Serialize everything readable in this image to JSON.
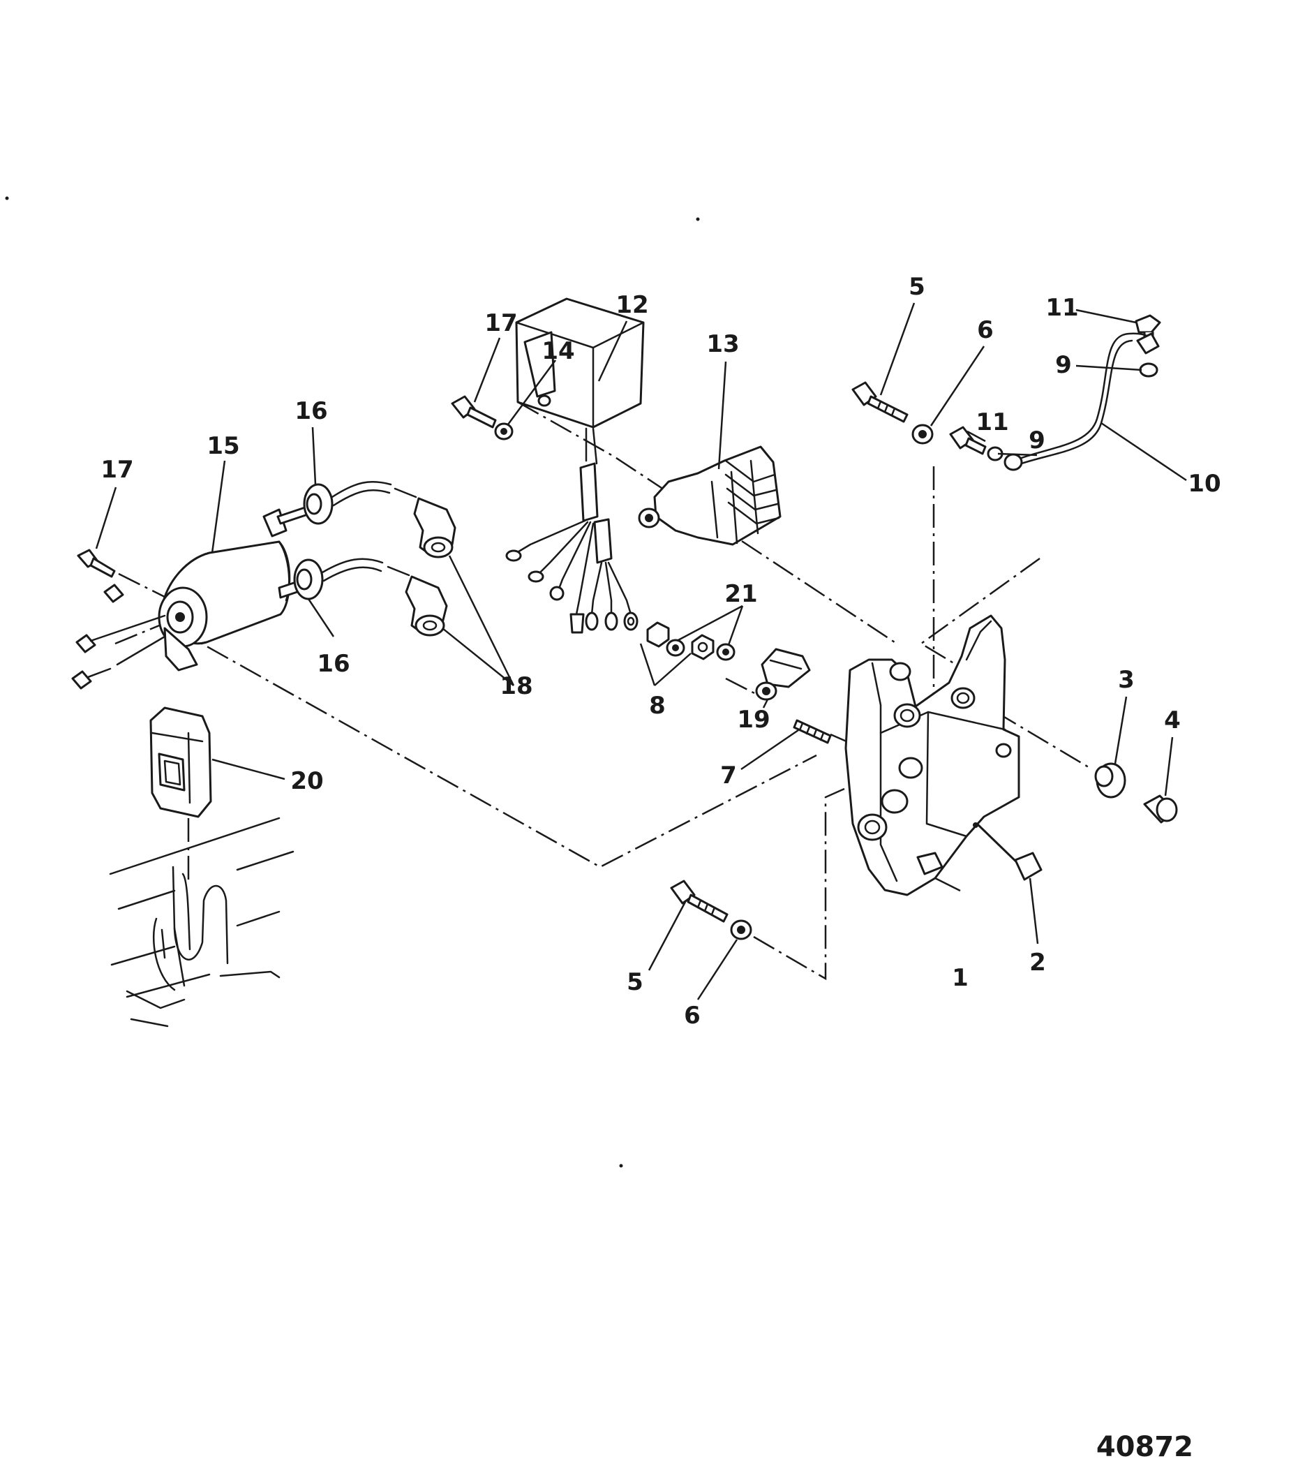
{
  "figure_number": "40872",
  "callouts": {
    "c1": "1",
    "c2": "2",
    "c3": "3",
    "c4": "4",
    "c5a": "5",
    "c5b": "5",
    "c6a": "6",
    "c6b": "6",
    "c7": "7",
    "c8": "8",
    "c9a": "9",
    "c9b": "9",
    "c10": "10",
    "c11a": "11",
    "c11b": "11",
    "c12": "12",
    "c13": "13",
    "c14": "14",
    "c15": "15",
    "c16a": "16",
    "c16b": "16",
    "c17a": "17",
    "c17b": "17",
    "c18": "18",
    "c19": "19",
    "c20": "20",
    "c21": "21"
  }
}
